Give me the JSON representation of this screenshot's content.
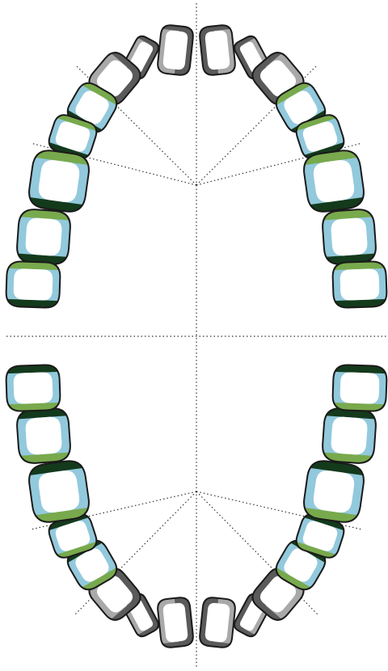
{
  "colors": {
    "outline": "#1a1a1a",
    "surface_default": "#ffffff",
    "surface_front_dark": "#5a5a5a",
    "surface_front_light": "#a9a9a9",
    "surface_back_blue": "#92c9dc",
    "surface_back_green": "#78a94c",
    "surface_back_darkgreen": "#143a1c",
    "guide_line": "#333333"
  },
  "arches": [
    {
      "name": "upper",
      "teeth": [
        {
          "side": "right",
          "position": 1,
          "type": "incisor-central",
          "surfaces": [
            "front-dark",
            "front-light"
          ]
        },
        {
          "side": "right",
          "position": 2,
          "type": "incisor-lateral",
          "surfaces": [
            "front-dark",
            "front-light"
          ]
        },
        {
          "side": "right",
          "position": 3,
          "type": "canine",
          "surfaces": [
            "front-dark",
            "front-light"
          ]
        },
        {
          "side": "right",
          "position": 4,
          "type": "premolar",
          "surfaces": [
            "back-blue",
            "back-green",
            "back-darkgreen"
          ]
        },
        {
          "side": "right",
          "position": 5,
          "type": "premolar",
          "surfaces": [
            "back-blue",
            "back-green",
            "back-darkgreen"
          ]
        },
        {
          "side": "right",
          "position": 6,
          "type": "molar",
          "surfaces": [
            "back-blue",
            "back-green",
            "back-darkgreen"
          ]
        },
        {
          "side": "right",
          "position": 7,
          "type": "molar",
          "surfaces": [
            "back-blue",
            "back-green",
            "back-darkgreen"
          ]
        },
        {
          "side": "right",
          "position": 8,
          "type": "molar",
          "surfaces": [
            "back-blue",
            "back-green",
            "back-darkgreen"
          ]
        },
        {
          "side": "left",
          "position": 1,
          "type": "incisor-central",
          "surfaces": [
            "front-dark",
            "front-light"
          ]
        },
        {
          "side": "left",
          "position": 2,
          "type": "incisor-lateral",
          "surfaces": [
            "front-dark",
            "front-light"
          ]
        },
        {
          "side": "left",
          "position": 3,
          "type": "canine",
          "surfaces": [
            "front-dark",
            "front-light"
          ]
        },
        {
          "side": "left",
          "position": 4,
          "type": "premolar",
          "surfaces": [
            "back-blue",
            "back-green",
            "back-darkgreen"
          ]
        },
        {
          "side": "left",
          "position": 5,
          "type": "premolar",
          "surfaces": [
            "back-blue",
            "back-green",
            "back-darkgreen"
          ]
        },
        {
          "side": "left",
          "position": 6,
          "type": "molar",
          "surfaces": [
            "back-blue",
            "back-green",
            "back-darkgreen"
          ]
        },
        {
          "side": "left",
          "position": 7,
          "type": "molar",
          "surfaces": [
            "back-blue",
            "back-green",
            "back-darkgreen"
          ]
        },
        {
          "side": "left",
          "position": 8,
          "type": "molar",
          "surfaces": [
            "back-blue",
            "back-green",
            "back-darkgreen"
          ]
        }
      ]
    },
    {
      "name": "lower",
      "teeth": [
        {
          "side": "right",
          "position": 1,
          "type": "incisor-central",
          "surfaces": [
            "front-dark",
            "front-light"
          ]
        },
        {
          "side": "right",
          "position": 2,
          "type": "incisor-lateral",
          "surfaces": [
            "front-dark",
            "front-light"
          ]
        },
        {
          "side": "right",
          "position": 3,
          "type": "canine",
          "surfaces": [
            "front-dark",
            "front-light"
          ]
        },
        {
          "side": "right",
          "position": 4,
          "type": "premolar",
          "surfaces": [
            "back-blue",
            "back-green",
            "back-darkgreen"
          ]
        },
        {
          "side": "right",
          "position": 5,
          "type": "premolar",
          "surfaces": [
            "back-blue",
            "back-green",
            "back-darkgreen"
          ]
        },
        {
          "side": "right",
          "position": 6,
          "type": "molar",
          "surfaces": [
            "back-blue",
            "back-green",
            "back-darkgreen"
          ]
        },
        {
          "side": "right",
          "position": 7,
          "type": "molar",
          "surfaces": [
            "back-blue",
            "back-green",
            "back-darkgreen"
          ]
        },
        {
          "side": "right",
          "position": 8,
          "type": "molar",
          "surfaces": [
            "back-blue",
            "back-green",
            "back-darkgreen"
          ]
        },
        {
          "side": "left",
          "position": 1,
          "type": "incisor-central",
          "surfaces": [
            "front-dark",
            "front-light"
          ]
        },
        {
          "side": "left",
          "position": 2,
          "type": "incisor-lateral",
          "surfaces": [
            "front-dark",
            "front-light"
          ]
        },
        {
          "side": "left",
          "position": 3,
          "type": "canine",
          "surfaces": [
            "front-dark",
            "front-light"
          ]
        },
        {
          "side": "left",
          "position": 4,
          "type": "premolar",
          "surfaces": [
            "back-blue",
            "back-green",
            "back-darkgreen"
          ]
        },
        {
          "side": "left",
          "position": 5,
          "type": "premolar",
          "surfaces": [
            "back-blue",
            "back-green",
            "back-darkgreen"
          ]
        },
        {
          "side": "left",
          "position": 6,
          "type": "molar",
          "surfaces": [
            "back-blue",
            "back-green",
            "back-darkgreen"
          ]
        },
        {
          "side": "left",
          "position": 7,
          "type": "molar",
          "surfaces": [
            "back-blue",
            "back-green",
            "back-darkgreen"
          ]
        },
        {
          "side": "left",
          "position": 8,
          "type": "molar",
          "surfaces": [
            "back-blue",
            "back-green",
            "back-darkgreen"
          ]
        }
      ]
    }
  ],
  "guides": {
    "midline_vertical": true,
    "midline_horizontal": true,
    "sector_lines": true
  }
}
